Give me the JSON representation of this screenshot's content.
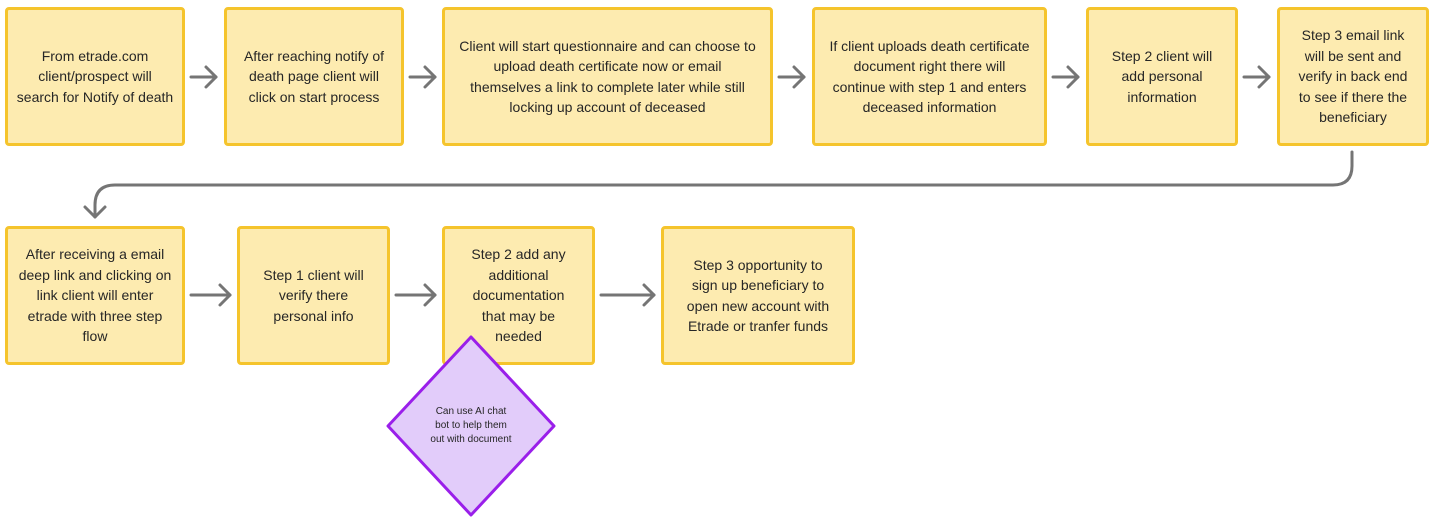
{
  "colors": {
    "node_fill": "#FDEBB0",
    "node_border": "#F5C42C",
    "diamond_fill": "#E2CCFA",
    "diamond_border": "#9A1FEA",
    "connector": "#757575"
  },
  "steps": {
    "s1": "From etrade.com client/prospect will search for Notify of death",
    "s2": "After reaching notify of death page client will click on start process",
    "s3": "Client will start questionnaire and can choose to upload death certificate now or email themselves a link to complete later while still locking up account of deceased",
    "s4": "If client uploads death certificate document right there will continue with step 1 and enters deceased information",
    "s5": "Step 2 client will add personal information",
    "s6": "Step 3 email link will be sent and verify in back end to see if there the beneficiary",
    "s7": "After receiving a email deep link and  clicking on link client will enter etrade with three step flow",
    "s8": "Step 1 client will verify there personal info",
    "s9": "Step 2 add any additional documentation that may be needed",
    "s10": "Step 3 opportunity to sign up beneficiary to open new account with Etrade or tranfer funds"
  },
  "note": {
    "text": "Can use AI chat bot to help them out with document"
  }
}
